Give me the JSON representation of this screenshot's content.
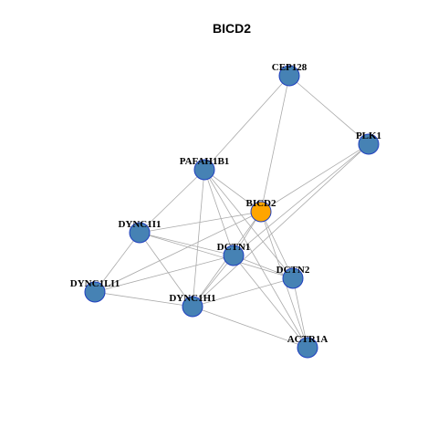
{
  "title": "BICD2",
  "colors": {
    "node_fill": "#4682b4",
    "node_stroke": "#1f3fbf",
    "focus_fill": "#ffa500",
    "edge": "#aaaaaa"
  },
  "nodes": [
    {
      "id": "CEP128",
      "label": "CEP128",
      "focus": false
    },
    {
      "id": "PLK1",
      "label": "PLK1",
      "focus": false
    },
    {
      "id": "PAFAH1B1",
      "label": "PAFAH1B1",
      "focus": false
    },
    {
      "id": "BICD2",
      "label": "BICD2",
      "focus": true
    },
    {
      "id": "DYNC1I1",
      "label": "DYNC1I1",
      "focus": false
    },
    {
      "id": "DCTN1",
      "label": "DCTN1",
      "focus": false
    },
    {
      "id": "DCTN2",
      "label": "DCTN2",
      "focus": false
    },
    {
      "id": "DYNC1LI1",
      "label": "DYNC1LI1",
      "focus": false
    },
    {
      "id": "DYNC1H1",
      "label": "DYNC1H1",
      "focus": false
    },
    {
      "id": "ACTR1A",
      "label": "ACTR1A",
      "focus": false
    }
  ],
  "edges": [
    [
      "CEP128",
      "PAFAH1B1"
    ],
    [
      "CEP128",
      "BICD2"
    ],
    [
      "CEP128",
      "PLK1"
    ],
    [
      "PLK1",
      "BICD2"
    ],
    [
      "PLK1",
      "DCTN1"
    ],
    [
      "PLK1",
      "DYNC1H1"
    ],
    [
      "PAFAH1B1",
      "BICD2"
    ],
    [
      "PAFAH1B1",
      "DYNC1I1"
    ],
    [
      "PAFAH1B1",
      "DCTN1"
    ],
    [
      "PAFAH1B1",
      "DCTN2"
    ],
    [
      "PAFAH1B1",
      "DYNC1H1"
    ],
    [
      "PAFAH1B1",
      "ACTR1A"
    ],
    [
      "BICD2",
      "DYNC1I1"
    ],
    [
      "BICD2",
      "DCTN1"
    ],
    [
      "BICD2",
      "DCTN2"
    ],
    [
      "BICD2",
      "DYNC1LI1"
    ],
    [
      "BICD2",
      "DYNC1H1"
    ],
    [
      "BICD2",
      "ACTR1A"
    ],
    [
      "DYNC1I1",
      "DCTN1"
    ],
    [
      "DYNC1I1",
      "DCTN2"
    ],
    [
      "DYNC1I1",
      "DYNC1LI1"
    ],
    [
      "DYNC1I1",
      "DYNC1H1"
    ],
    [
      "DCTN1",
      "DCTN2"
    ],
    [
      "DCTN1",
      "DYNC1H1"
    ],
    [
      "DCTN1",
      "ACTR1A"
    ],
    [
      "DCTN2",
      "DYNC1H1"
    ],
    [
      "DCTN2",
      "ACTR1A"
    ],
    [
      "DYNC1LI1",
      "DYNC1H1"
    ],
    [
      "DYNC1LI1",
      "DCTN1"
    ],
    [
      "DYNC1H1",
      "ACTR1A"
    ]
  ]
}
